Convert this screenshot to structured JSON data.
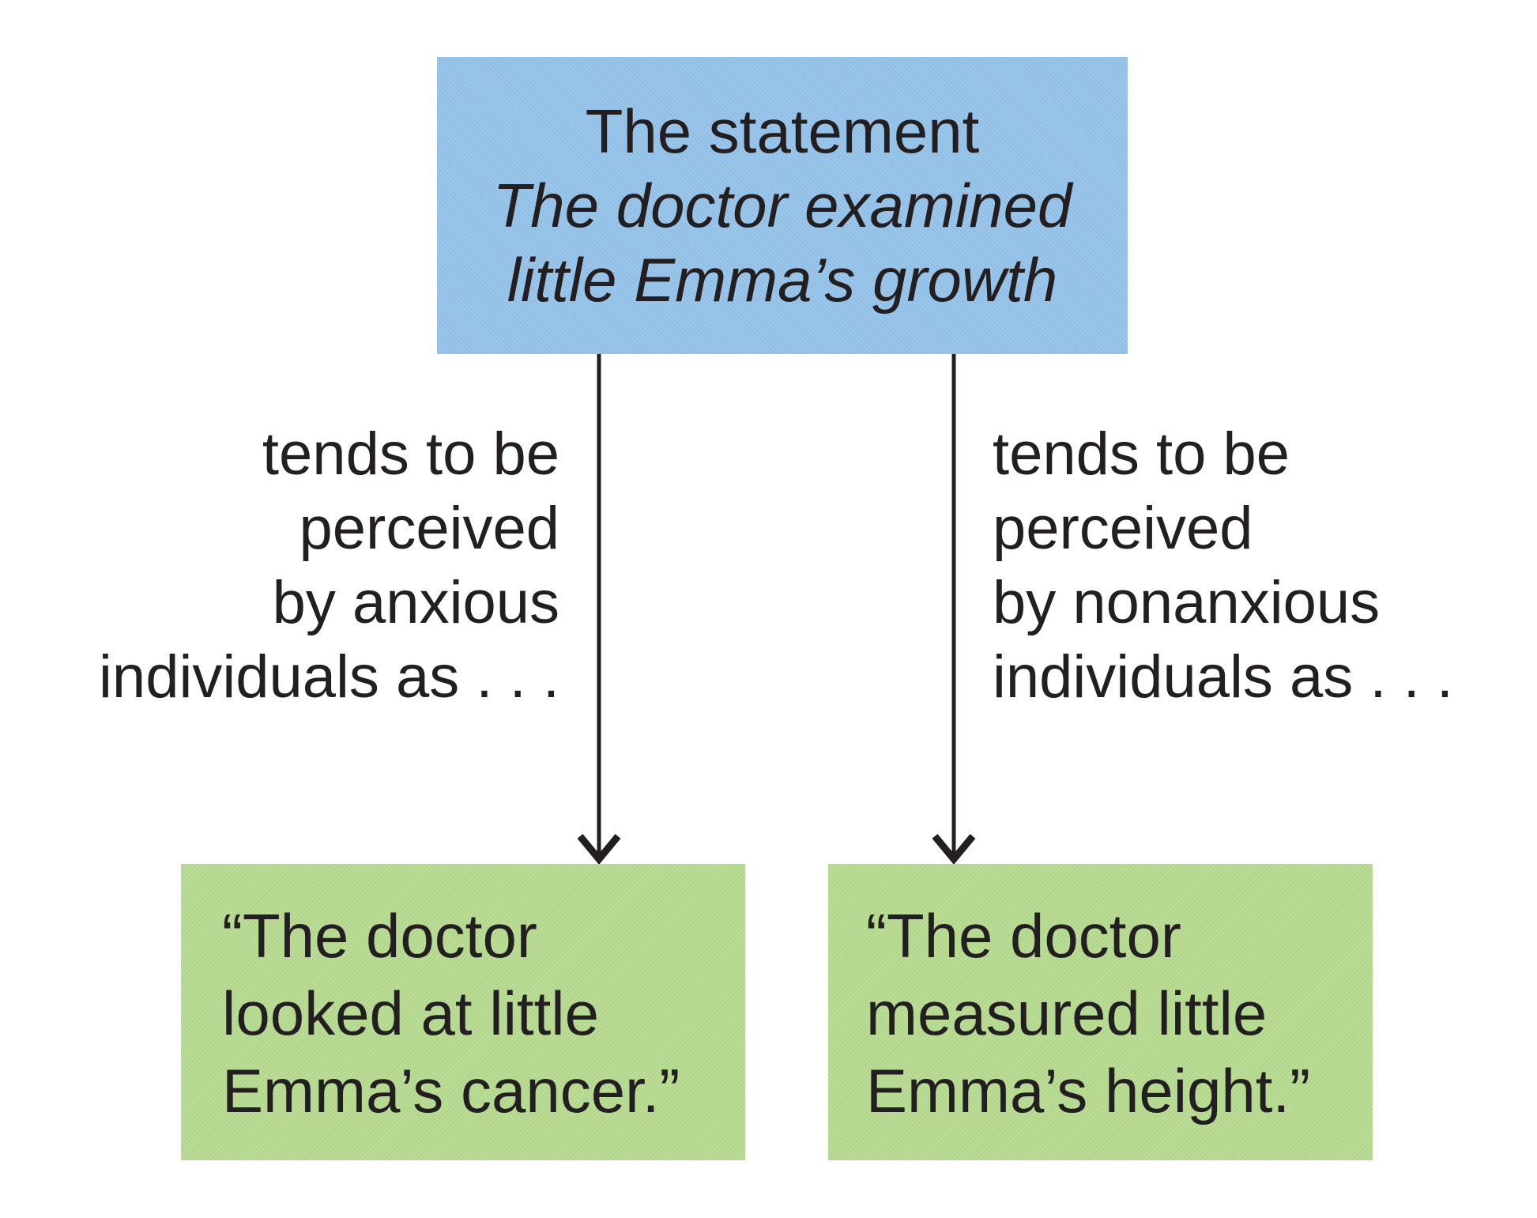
{
  "figure": {
    "type": "flow-diagram",
    "background_color": "#ffffff",
    "text_color": "#231f20",
    "arrow_color": "#231f20"
  },
  "statement_box": {
    "bg_color": "#92c1e9",
    "line1": "The statement",
    "line2": "The doctor examined",
    "line3": "little Emma’s growth"
  },
  "labels": {
    "left": {
      "lines": [
        "tends to be",
        "perceived",
        "by anxious",
        "individuals as . . ."
      ]
    },
    "right": {
      "lines": [
        "tends to be",
        "perceived",
        "by nonanxious",
        "individuals as . . ."
      ]
    }
  },
  "result_boxes": {
    "bg_color": "#b3d98c",
    "left": {
      "lines": [
        "“The doctor",
        "looked at little",
        "Emma’s cancer.”"
      ]
    },
    "right": {
      "lines": [
        "“The doctor",
        "measured little",
        "Emma’s height.”"
      ]
    }
  },
  "icons": {
    "left_arrow": "down-arrow",
    "right_arrow": "down-arrow"
  }
}
